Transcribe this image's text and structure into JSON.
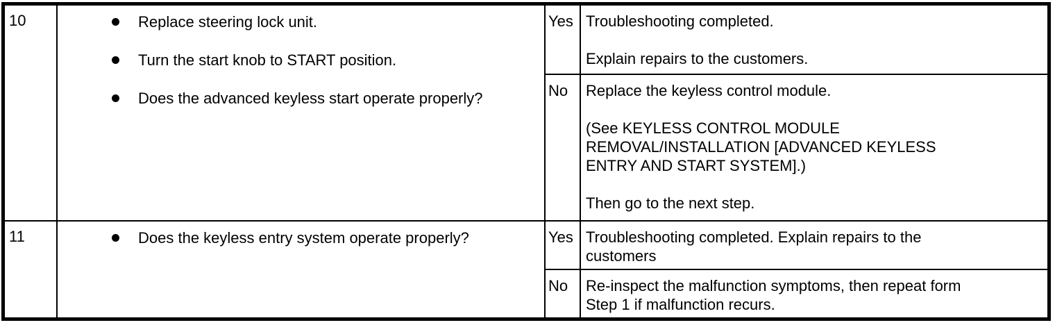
{
  "table": {
    "bullet_icon": "circle-bullet",
    "colors": {
      "border": "#000000",
      "background": "#ffffff",
      "text": "#000000"
    },
    "steps": [
      {
        "step": "10",
        "actions": [
          "Replace steering lock unit.",
          "Turn the start knob to START position.",
          "Does the advanced keyless start operate properly?"
        ],
        "results": [
          {
            "answer": "Yes",
            "action": "Troubleshooting completed.\n\nExplain repairs to the customers."
          },
          {
            "answer": "No",
            "action": "Replace the keyless control module.\n\n(See KEYLESS CONTROL MODULE\nREMOVAL/INSTALLATION [ADVANCED KEYLESS\nENTRY AND START SYSTEM].)\n\nThen go to the next step."
          }
        ]
      },
      {
        "step": "11",
        "actions": [
          "Does the keyless entry system operate properly?"
        ],
        "results": [
          {
            "answer": "Yes",
            "action": "Troubleshooting completed. Explain repairs to the\ncustomers"
          },
          {
            "answer": "No",
            "action": "Re-inspect the malfunction symptoms, then repeat form\nStep 1 if malfunction recurs."
          }
        ]
      }
    ]
  }
}
